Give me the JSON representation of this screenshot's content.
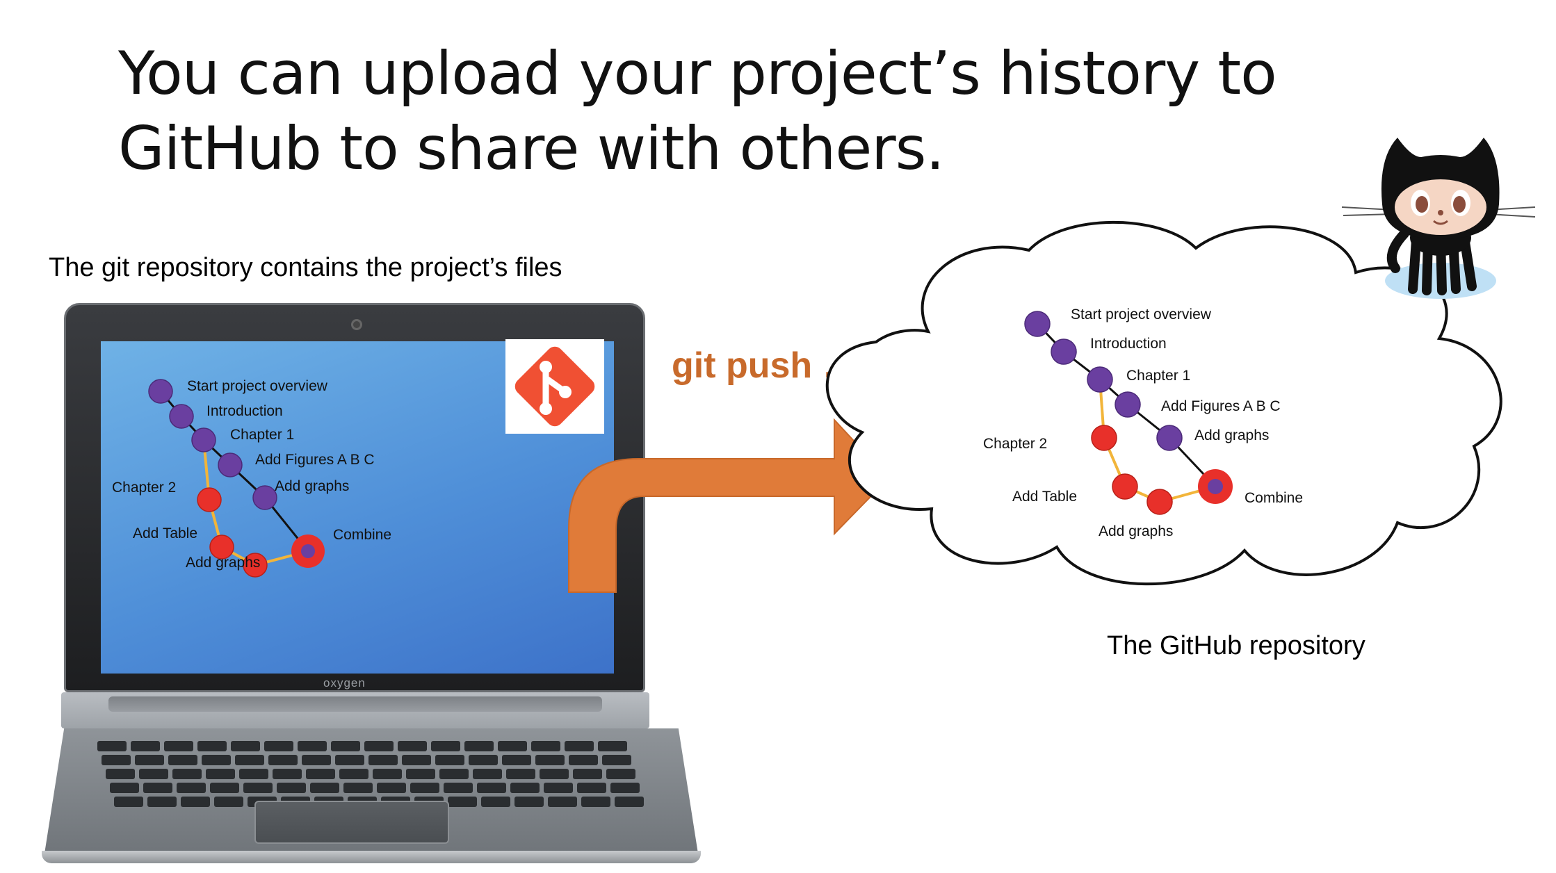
{
  "title": {
    "line1": "You can upload your project’s history to",
    "line2": "GitHub to share with others."
  },
  "local": {
    "caption": "The git repository contains the project’s files",
    "laptop_brand": "oxygen"
  },
  "remote": {
    "caption": "The GitHub repository"
  },
  "push_label": "git push …",
  "commit_graph": {
    "commits": [
      {
        "id": "c1",
        "label": "Start project overview",
        "branch": "main"
      },
      {
        "id": "c2",
        "label": "Introduction",
        "branch": "main"
      },
      {
        "id": "c3",
        "label": "Chapter 1",
        "branch": "main"
      },
      {
        "id": "c4",
        "label": "Add Figures A B C",
        "branch": "main"
      },
      {
        "id": "c5",
        "label": "Add graphs",
        "branch": "main"
      },
      {
        "id": "c6",
        "label": "Chapter 2",
        "branch": "feature"
      },
      {
        "id": "c7",
        "label": "Add Table",
        "branch": "feature"
      },
      {
        "id": "c8",
        "label": "Add graphs",
        "branch": "feature"
      },
      {
        "id": "c9",
        "label": "Combine",
        "branch": "merge"
      }
    ],
    "colors": {
      "main": "#6a3fa0",
      "feature": "#e8302a",
      "main_line": "#111111",
      "feature_line": "#f2b53a"
    }
  },
  "colors": {
    "arrow": "#e07b39",
    "git_logo": "#f05033",
    "push_text": "#c86a2b"
  },
  "icons": {
    "git": "git-logo-icon",
    "octocat": "octocat-icon",
    "cloud": "cloud-shape"
  }
}
